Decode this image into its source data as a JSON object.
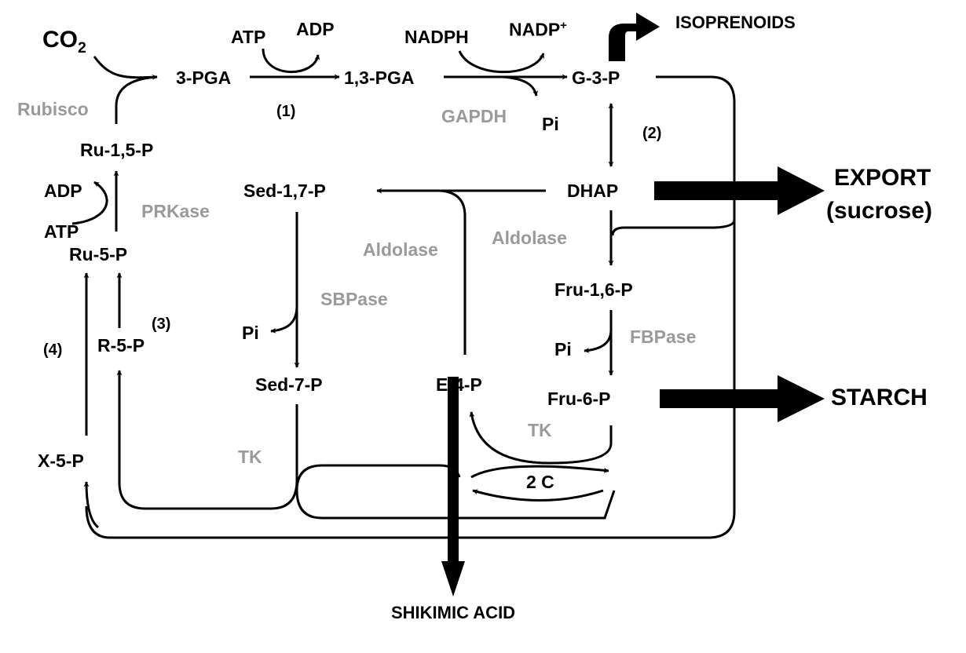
{
  "metabolites": {
    "co2": "CO",
    "co2_sub": "2",
    "pga3": "3-PGA",
    "pga13": "1,3-PGA",
    "g3p": "G-3-P",
    "dhap": "DHAP",
    "fru16p": "Fru-1,6-P",
    "fru6p": "Fru-6-P",
    "e4p": "E-4-P",
    "sed17p": "Sed-1,7-P",
    "sed7p": "Sed-7-P",
    "ru15p": "Ru-1,5-P",
    "ru5p": "Ru-5-P",
    "r5p": "R-5-P",
    "x5p": "X-5-P",
    "c2": "2 C"
  },
  "cofactors": {
    "atp_top": "ATP",
    "adp_top": "ADP",
    "nadph": "NADPH",
    "nadp": "NADP",
    "nadp_sup": "+",
    "pi_gapdh": "Pi",
    "pi_sbpase": "Pi",
    "pi_fbpase": "Pi",
    "adp_left": "ADP",
    "atp_left": "ATP"
  },
  "enzymes": {
    "rubisco": "Rubisco",
    "gapdh": "GAPDH",
    "prkase": "PRKase",
    "aldolase_left": "Aldolase",
    "aldolase_right": "Aldolase",
    "sbpase": "SBPase",
    "fbpase": "FBPase",
    "tk_left": "TK",
    "tk_right": "TK"
  },
  "steps": [
    "(1)",
    "(2)",
    "(3)",
    "(4)"
  ],
  "outputs": {
    "isoprenoids": "ISOPRENOIDS",
    "export": "EXPORT",
    "sucrose": "(sucrose)",
    "starch": "STARCH",
    "shikimic": "SHIKIMIC ACID"
  },
  "colors": {
    "metabolite": "#000000",
    "enzyme": "#9a9a9a",
    "arrow": "#000000"
  }
}
